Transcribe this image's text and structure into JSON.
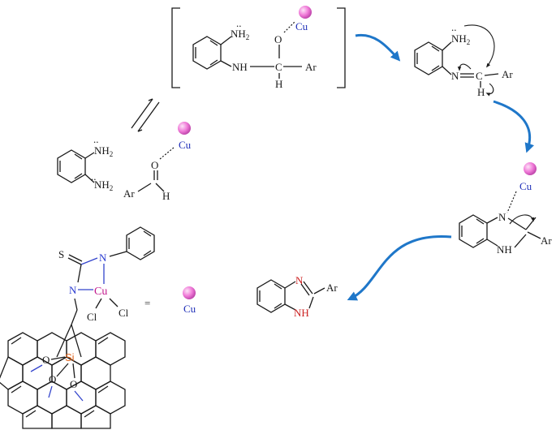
{
  "atoms": {
    "nh2": "NH",
    "nh2_sub": "2",
    "nh": "NH",
    "n": "N",
    "c": "C",
    "h": "H",
    "o": "O",
    "s": "S",
    "si": "Si",
    "cl": "Cl",
    "ar": "Ar",
    "cu": "Cu"
  },
  "colors": {
    "arrow": "#1f77c9",
    "cu_text": "#1f2fb8",
    "sphere": "#f07ad8",
    "si_text": "#e0651c",
    "n_red": "#cc2222",
    "n_blue": "#2a3bd0"
  },
  "legend": {
    "equals": "="
  }
}
